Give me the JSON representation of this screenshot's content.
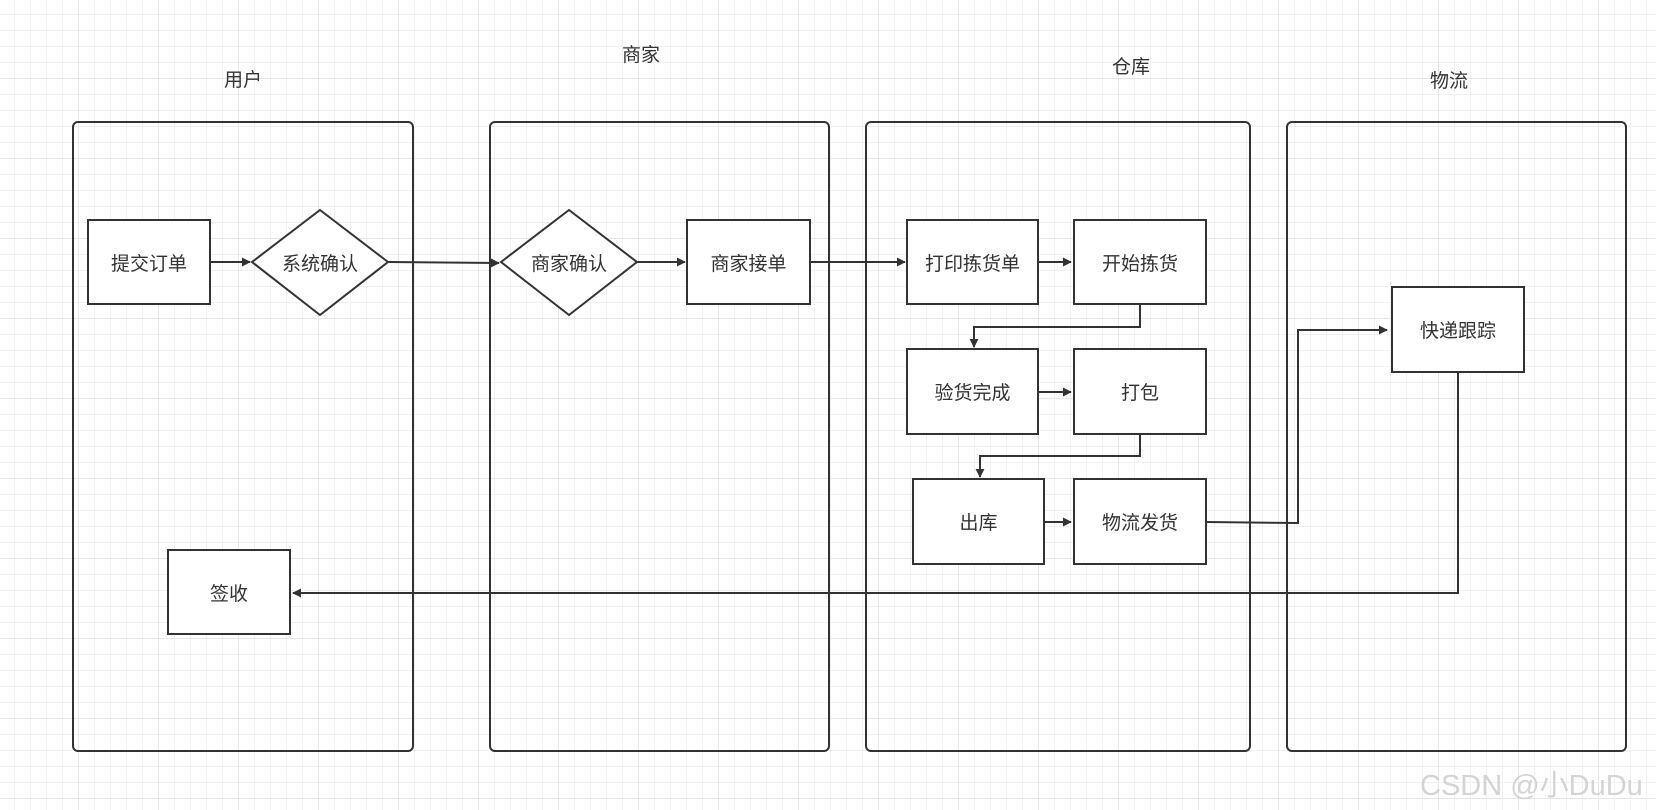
{
  "lanes": {
    "user": "用户",
    "merchant": "商家",
    "warehouse": "仓库",
    "logistics": "物流"
  },
  "nodes": {
    "submit_order": "提交订单",
    "system_confirm": "系统确认",
    "sign_receipt": "签收",
    "merchant_confirm": "商家确认",
    "merchant_accept": "商家接单",
    "print_pick_list": "打印拣货单",
    "start_picking": "开始拣货",
    "inspection_done": "验货完成",
    "packing": "打包",
    "outbound": "出库",
    "logistics_ship": "物流发货",
    "express_tracking": "快递跟踪"
  },
  "watermark": "CSDN @小DuDu"
}
